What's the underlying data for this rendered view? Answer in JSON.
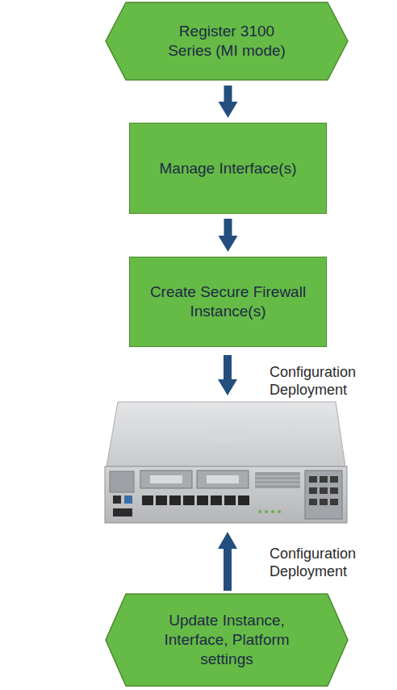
{
  "diagram": {
    "nodes": [
      {
        "text": [
          "Register 3100 Series (MI mode)"
        ]
      },
      {
        "text": [
          "Manage Interface(s)"
        ]
      },
      {
        "text": [
          "Create Secure Firewall Instance(s)"
        ]
      },
      {
        "text": [
          "Update Instance, Interface, Platform settings"
        ]
      }
    ],
    "edges": [
      {
        "from": 0,
        "to": 1,
        "arrow": "to"
      },
      {
        "from": 1,
        "to": 2,
        "arrow": "to"
      }
    ],
    "labels": [
      "Configuration Deployment",
      "Configuration Deployment"
    ]
  }
}
